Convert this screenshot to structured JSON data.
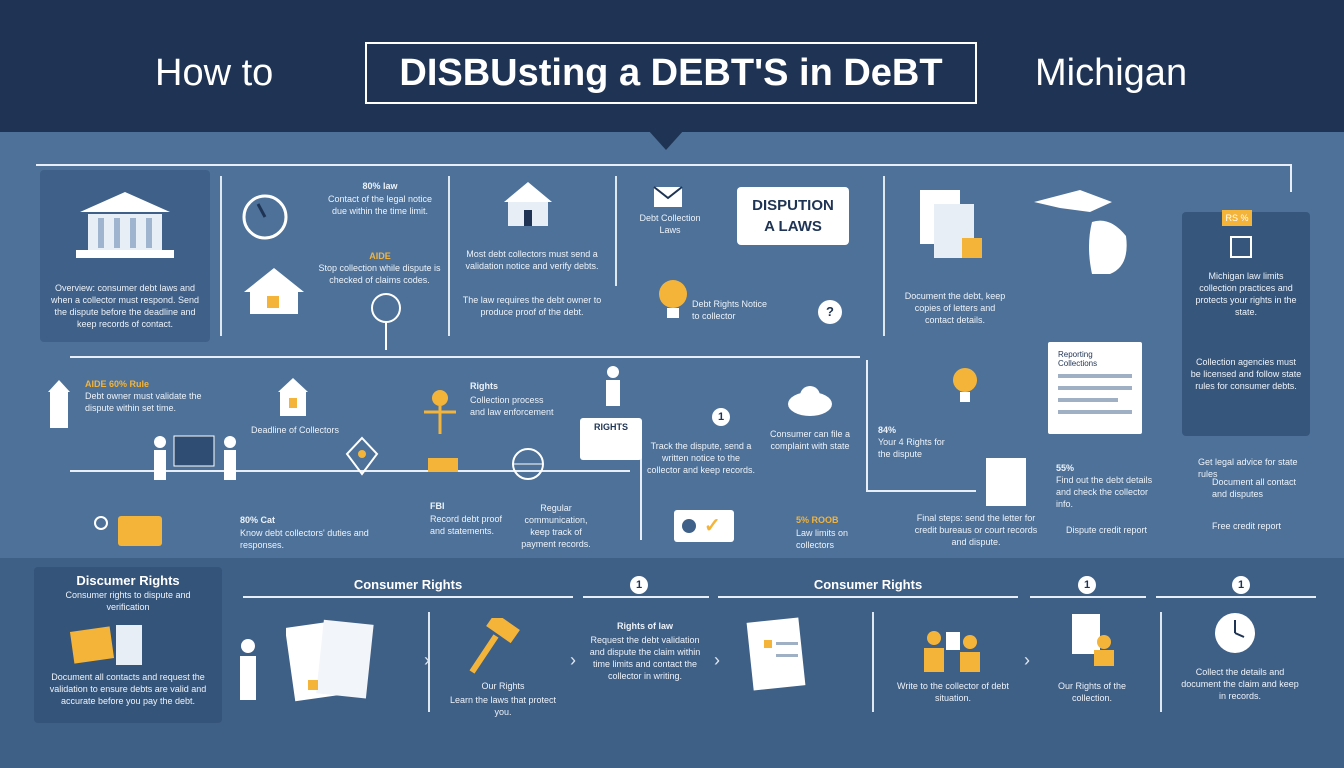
{
  "header": {
    "left_text": "How to",
    "title": "DISBUsting a DEBT'S in DeBT",
    "right_text": "Michigan"
  },
  "flow": {
    "intro_panel_text": "Overview: consumer debt laws and when a collector must respond. Send the dispute before the deadline and keep records of contact.",
    "clock_note_stat": "80% law",
    "clock_note_text": "Contact of the legal notice due within the time limit.",
    "house_note_stat": "AIDE",
    "house_note_text": "Stop collection while dispute is checked of claims codes.",
    "bank_note_text": "Most debt collectors must send a validation notice and verify debts.",
    "bank_note_text2": "The law requires the debt owner to produce proof of the debt.",
    "mail_label": "Debt Collection Laws",
    "dispute_laws_label": "DISPUTION A LAWS",
    "bulb_label": "Debt Rights Notice to collector",
    "docs_note_text": "Document the debt, keep copies of letters and contact details.",
    "michigan_panel_badge": "RS %",
    "michigan_panel_text1": "Michigan law limits collection practices and protects your rights in the state.",
    "michigan_panel_text2": "Collection agencies must be licensed and follow state rules for consumer debts.",
    "row2_left_stat": "AIDE 60% Rule",
    "row2_left_text": "Debt owner must validate the dispute within set time.",
    "row2_house_text": "Deadline of Collectors",
    "row2_scale_title": "Rights",
    "row2_scale_text": "Collection process and law enforcement",
    "row2_notice_label": "RIGHTS",
    "row2_mid_text": "Track the dispute, send a written notice to the collector and keep records.",
    "row2_cloud_text": "Consumer can file a complaint with state",
    "row2_right_stat": "84%",
    "row2_right_text": "Your 4 Rights for the dispute",
    "report_label": "Reporting Collections",
    "row3_a_stat": "80% Cat",
    "row3_a_text": "Know debt collectors' duties and responses.",
    "row3_b_stat": "FBI",
    "row3_b_text": "Record debt proof and statements.",
    "row3_c_text": "Regular communication, keep track of payment records.",
    "row3_d_stat": "5% ROOB",
    "row3_d_text": "Law limits on collectors",
    "row3_e_text": "Final steps: send the letter for credit bureaus or court records and dispute.",
    "row3_f_stat": "55%",
    "row3_f_text": "Find out the debt details and check the collector info.",
    "legend1": "Get legal advice for state rules",
    "legend2": "Document all contact and disputes",
    "legend3": "Dispute credit report",
    "legend4": "Free credit report",
    "question": "?",
    "step_one": "1"
  },
  "bottom": {
    "panel_title": "Discumer Rights",
    "panel_subtitle": "Consumer rights to dispute and verification",
    "panel_text": "Document all contacts and request the validation to ensure debts are valid and accurate before you pay the debt.",
    "section1": "Consumer Rights",
    "section2": "Consumer Rights",
    "step_a": "1",
    "step_b": "1",
    "step_c": "1",
    "gavel_title": "Our Rights",
    "gavel_text": "Learn the laws that protect you.",
    "rights_title": "Rights of law",
    "rights_text": "Request the debt validation and dispute the claim within time limits and contact the collector in writing.",
    "people_text": "Write to the collector of debt situation.",
    "report_text": "Our Rights of the collection.",
    "clock_text": "Collect the details and document the claim and keep in records."
  },
  "colors": {
    "header": "#1f3454",
    "background": "#4d7199",
    "panel": "#3f6088",
    "accent": "#f4b43a"
  }
}
